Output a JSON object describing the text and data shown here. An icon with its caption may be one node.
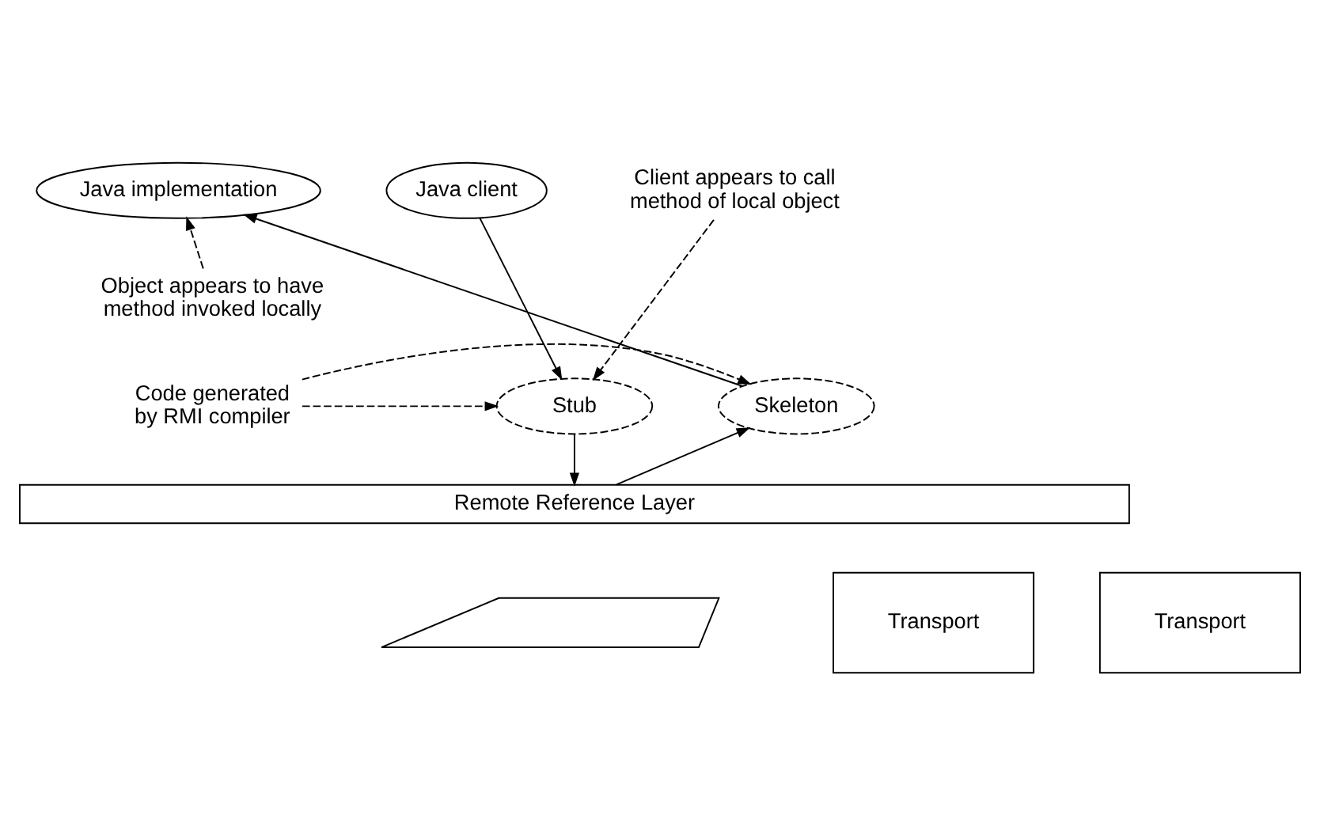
{
  "diagram": {
    "nodes": [
      {
        "text": [
          "Java client"
        ]
      },
      {
        "text": [
          "Client appears to call method of local object"
        ]
      },
      {
        "text": [
          "Java implementation"
        ]
      },
      {
        "text": [
          "Object appears to have method invoked locally"
        ]
      },
      {
        "text": [
          "Stub"
        ]
      },
      {
        "text": [
          "Code generated by RMI compiler"
        ]
      },
      {
        "text": [
          "Skeleton"
        ]
      },
      {
        "text": [
          "Remote Reference Layer"
        ]
      },
      {
        "text": [
          "Transport"
        ]
      },
      {
        "text": [],
        "shape": "lightning"
      },
      {
        "text": [
          "Transport"
        ]
      }
    ],
    "edges": [
      {
        "from": 0,
        "to": 4,
        "arrow": "to"
      },
      {
        "from": 1,
        "to": 4,
        "arrow": "to",
        "style": "dashed"
      },
      {
        "from": 3,
        "to": 2,
        "arrow": "to",
        "style": "dashed"
      },
      {
        "from": 5,
        "to": 4,
        "arrow": "to",
        "style": "dashed"
      },
      {
        "from": 5,
        "to": 6,
        "arrow": "to",
        "style": "dashed"
      },
      {
        "from": 4,
        "to": 7,
        "arrow": "to"
      },
      {
        "from": 7,
        "to": 6,
        "arrow": "to"
      },
      {
        "from": 6,
        "to": 2,
        "arrow": "to"
      }
    ]
  }
}
